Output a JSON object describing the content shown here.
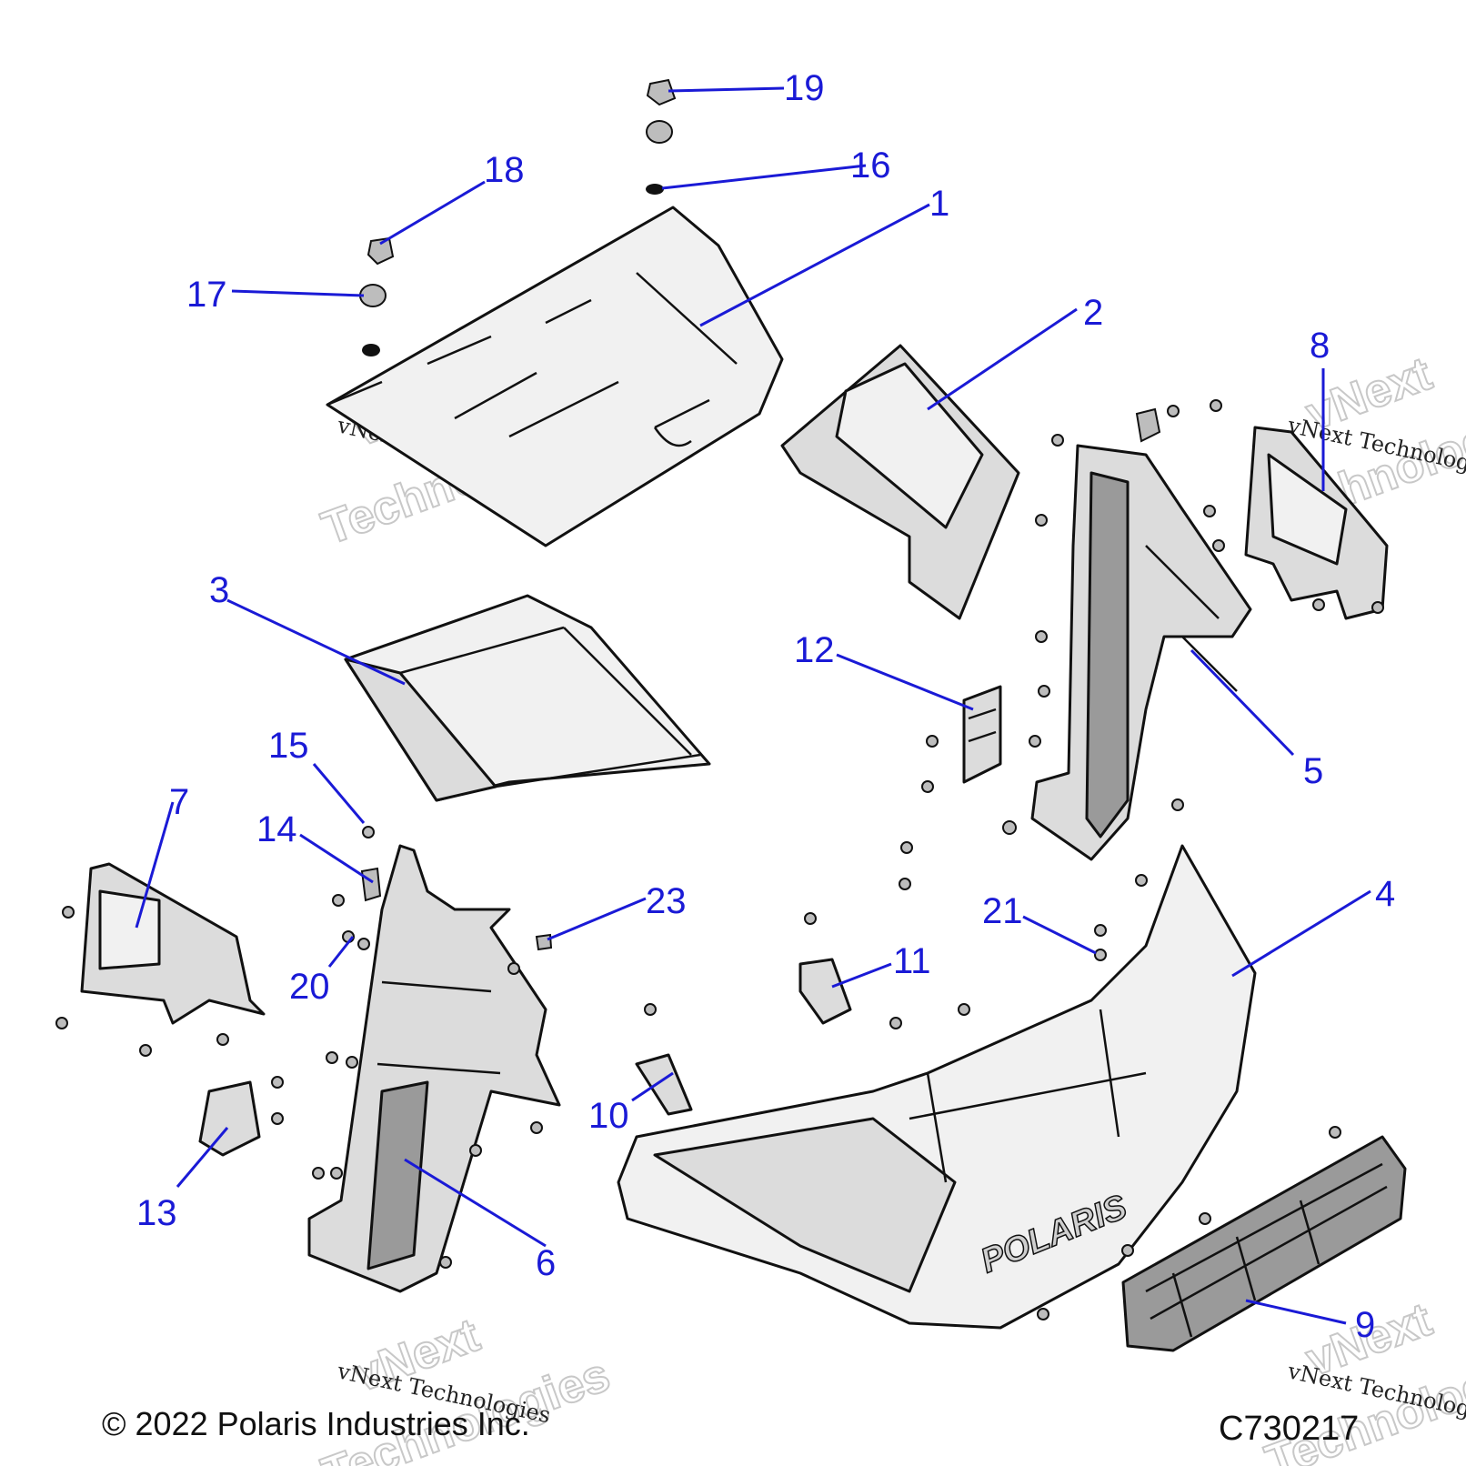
{
  "callouts": {
    "c1": "1",
    "c2": "2",
    "c3": "3",
    "c4": "4",
    "c5": "5",
    "c6": "6",
    "c7": "7",
    "c8": "8",
    "c9": "9",
    "c10": "10",
    "c11": "11",
    "c12": "12",
    "c13": "13",
    "c14": "14",
    "c15": "15",
    "c16": "16",
    "c17": "17",
    "c18": "18",
    "c19": "19",
    "c20": "20",
    "c21": "21",
    "c23": "23"
  },
  "watermark": {
    "line1": "vNext",
    "line2": "Technologies",
    "caption": "vNext Technologies"
  },
  "bumper_logo": "POLARIS",
  "footer": {
    "copyright": "© 2022 Polaris Industries Inc.",
    "diagram_code": "C730217"
  },
  "colors": {
    "callout": "#1a1ad6",
    "outline": "#111111"
  }
}
